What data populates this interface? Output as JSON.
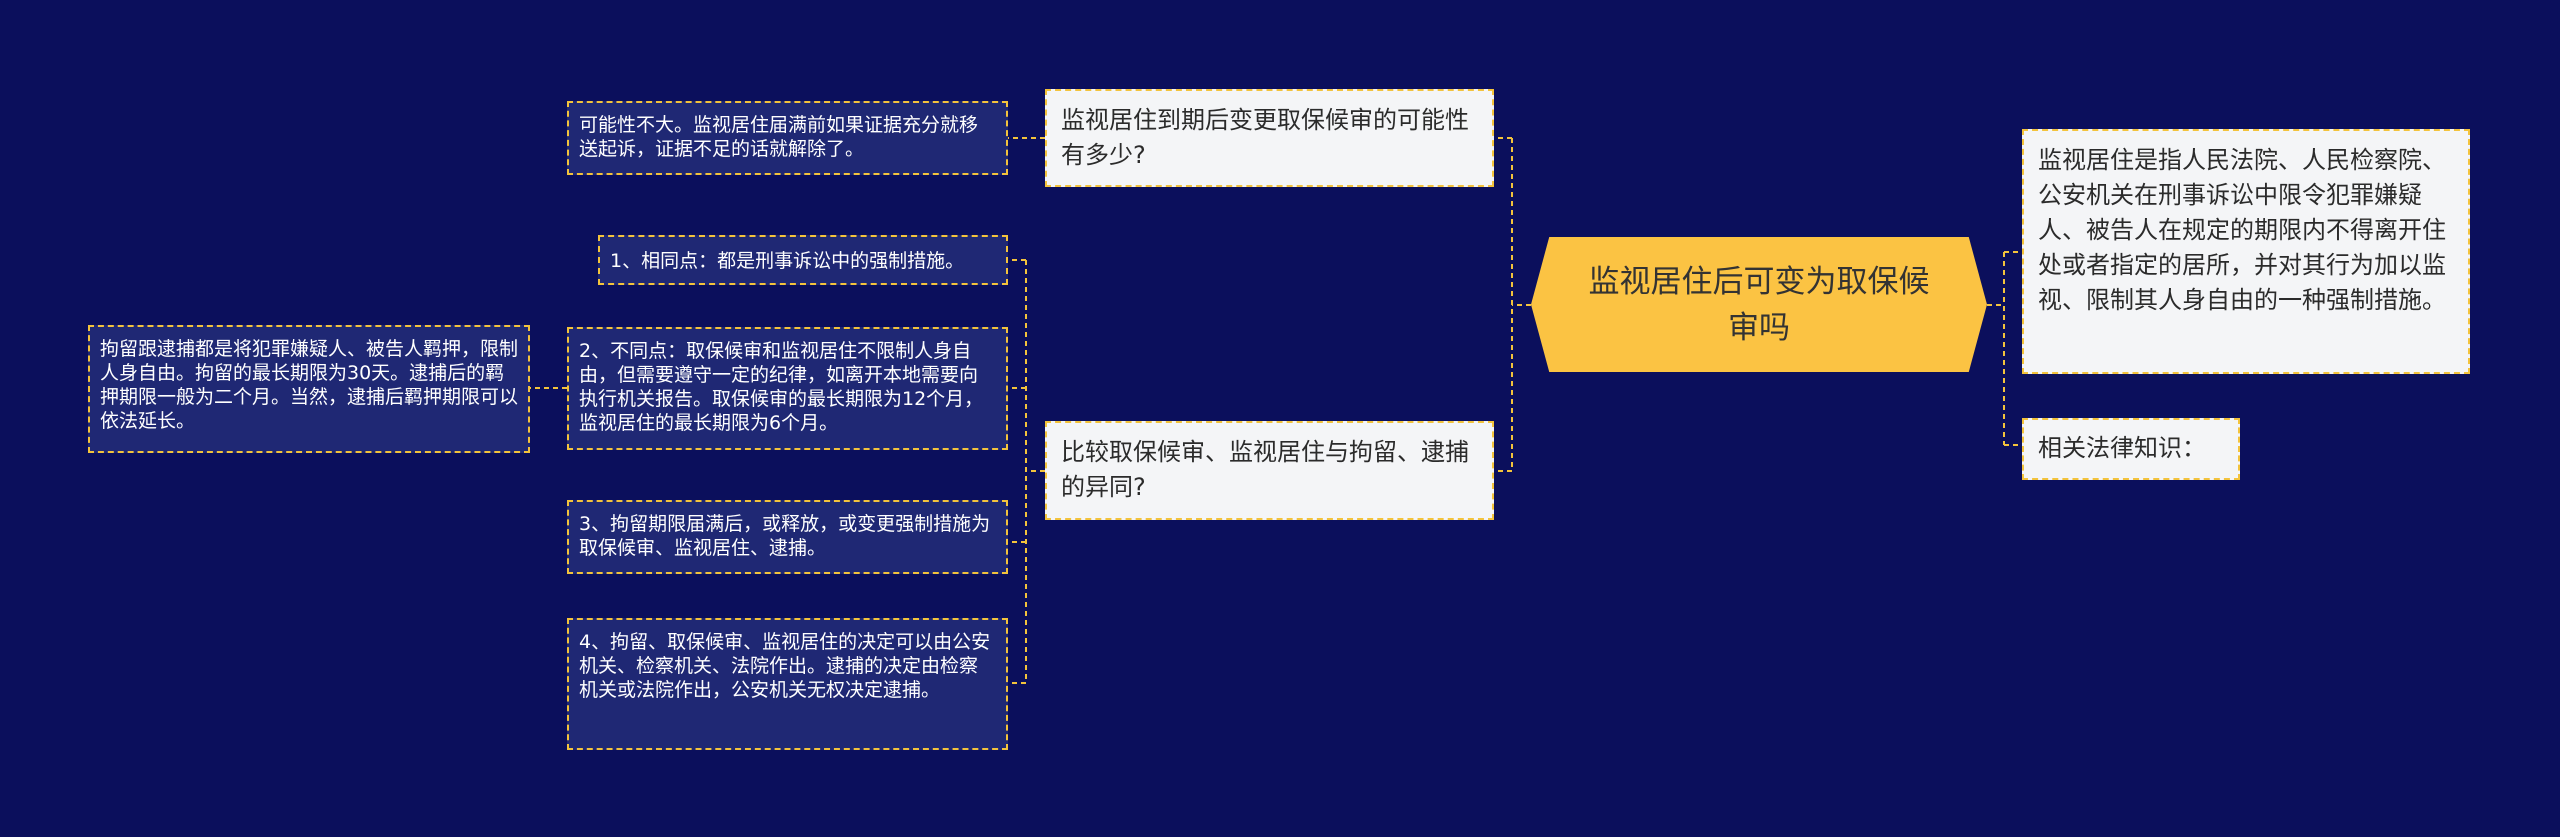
{
  "root": {
    "title": "监视居住后可变为取保候审吗"
  },
  "left_topics": [
    {
      "label": "监视居住到期后变更取保候审的可能性有多少?",
      "children": [
        {
          "text": "可能性不大。监视居住届满前如果证据充分就移送起诉，证据不足的话就解除了。"
        }
      ]
    },
    {
      "label": "比较取保候审、监视居住与拘留、逮捕的异同?",
      "children": [
        {
          "text": "1、相同点：都是刑事诉讼中的强制措施。"
        },
        {
          "text": "2、不同点：取保候审和监视居住不限制人身自由，但需要遵守一定的纪律，如离开本地需要向执行机关报告。取保候审的最长期限为12个月，监视居住的最长期限为6个月。",
          "children": [
            {
              "text": "拘留跟逮捕都是将犯罪嫌疑人、被告人羁押，限制人身自由。拘留的最长期限为30天。逮捕后的羁押期限一般为二个月。当然，逮捕后羁押期限可以依法延长。"
            }
          ]
        },
        {
          "text": "3、拘留期限届满后，或释放，或变更强制措施为取保候审、监视居住、逮捕。"
        },
        {
          "text": "4、拘留、取保候审、监视居住的决定可以由公安机关、检察机关、法院作出。逮捕的决定由检察机关或法院作出，公安机关无权决定逮捕。"
        }
      ]
    }
  ],
  "right_topics": [
    {
      "label": "监视居住是指人民法院、人民检察院、公安机关在刑事诉讼中限令犯罪嫌疑人、被告人在规定的期限内不得离开住处或者指定的居所，并对其行为加以监视、限制其人身自由的一种强制措施。"
    },
    {
      "label": "相关法律知识："
    }
  ],
  "colors": {
    "background": "#0b0f5c",
    "root_fill": "#fbc343",
    "connector": "#f3c33c",
    "topic_fill": "#f4f5f7",
    "detail_fill": "#1f2874"
  }
}
